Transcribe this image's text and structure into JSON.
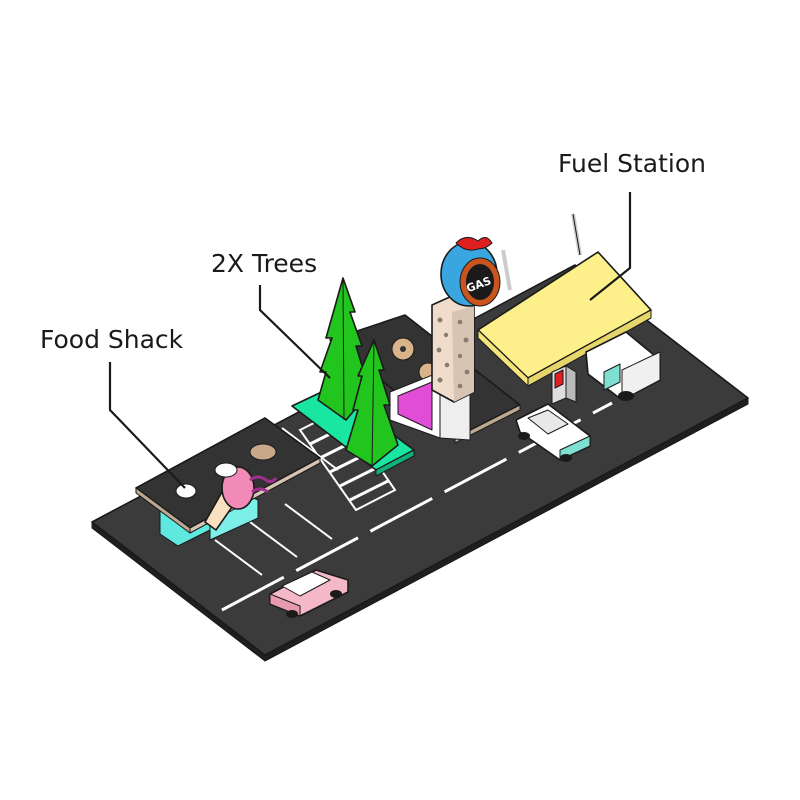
{
  "labels": {
    "fuel_station": "Fuel Station",
    "trees": "2X Trees",
    "food_shack": "Food Shack"
  },
  "sign": {
    "text": "GAS"
  },
  "colors": {
    "road": "#3a3a3a",
    "road_edge": "#1d1d1d",
    "tree": "#22c41e",
    "tree_base": "#19e6a0",
    "canopy": "#fdf08a",
    "sign_globe": "#3aa6e0",
    "sign_ribbon": "#e02020",
    "ice_cream": "#f28ab8",
    "shack_wall": "#5ee8e0",
    "car_pink": "#f4b8c8",
    "car_teal": "#7ee0d0",
    "pillar_stone": "#f0dccb"
  }
}
